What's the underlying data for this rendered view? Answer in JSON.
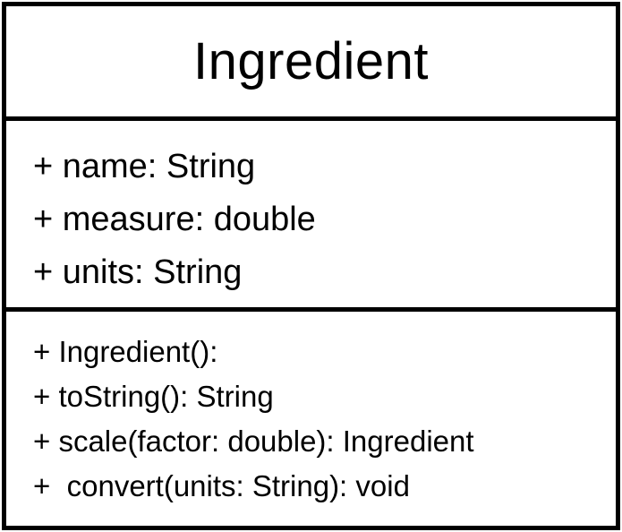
{
  "class": {
    "name": "Ingredient",
    "attributes": [
      "+ name: String",
      "+ measure: double",
      "+ units: String"
    ],
    "operations": [
      "+ Ingredient():",
      "+ toString(): String",
      "+ scale(factor: double): Ingredient",
      "+  convert(units: String): void"
    ]
  }
}
